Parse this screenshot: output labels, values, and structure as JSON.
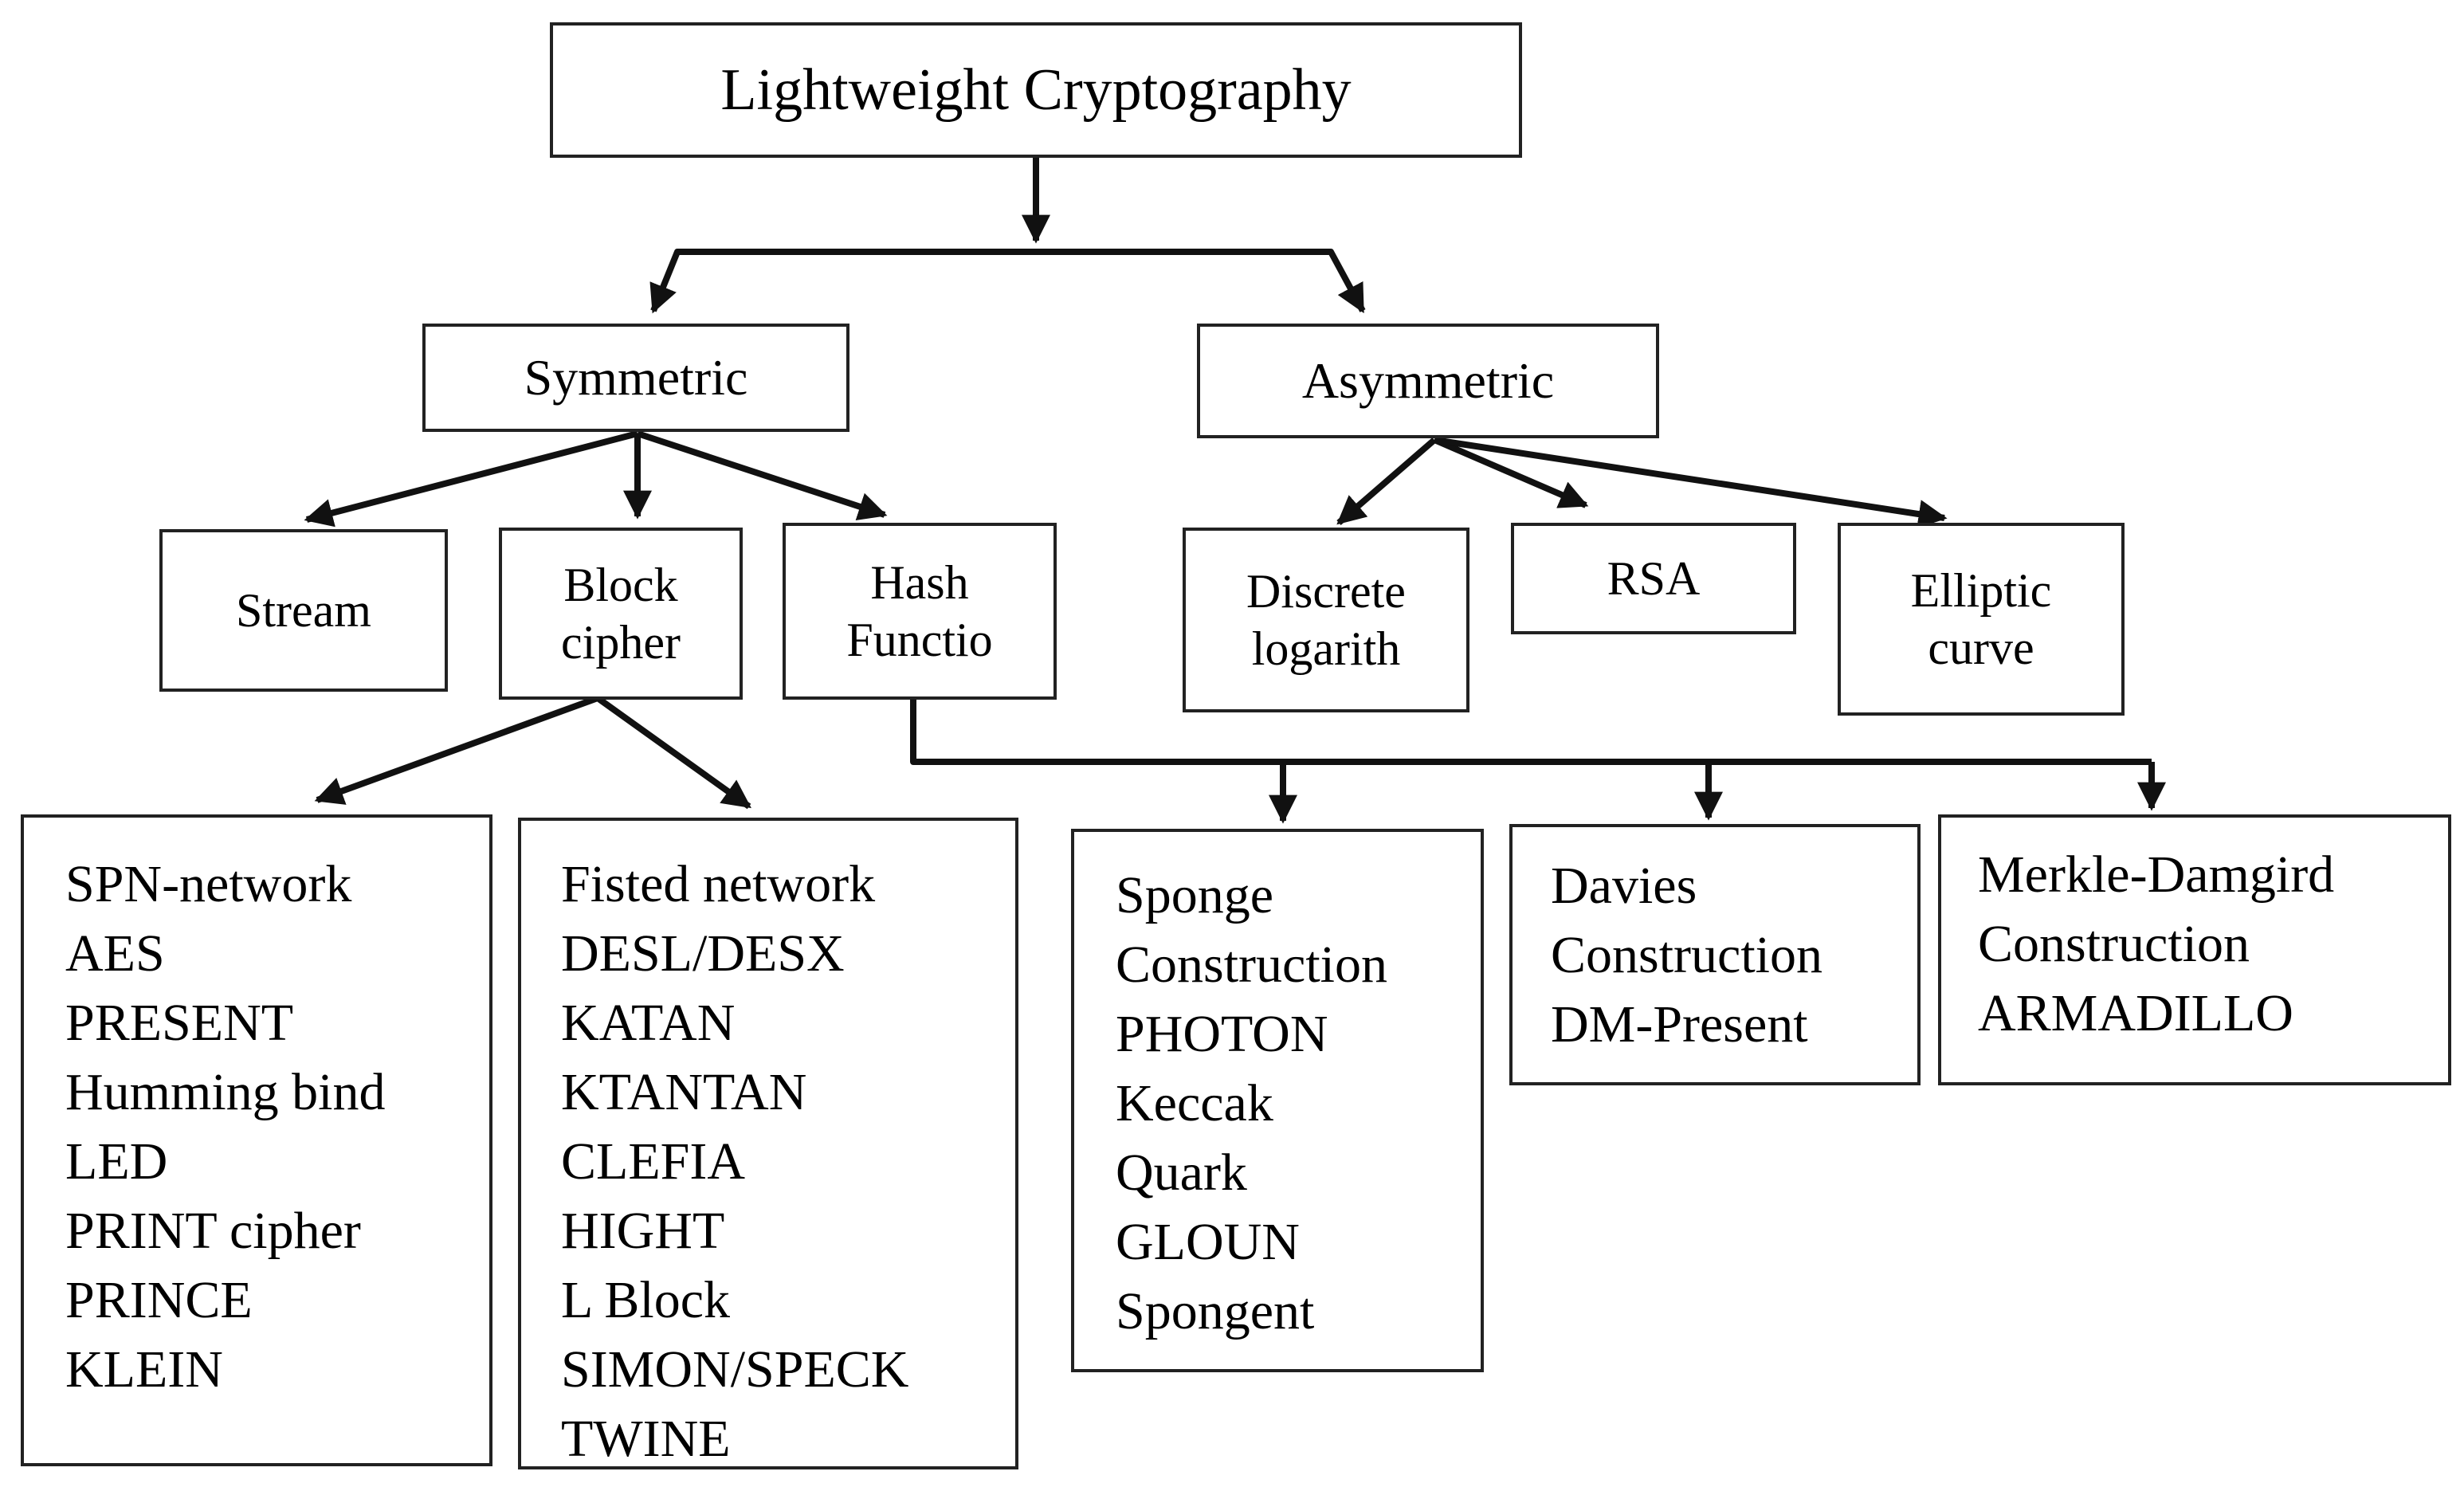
{
  "root": {
    "label": "Lightweight Cryptography"
  },
  "symmetric": {
    "label": "Symmetric"
  },
  "asymmetric": {
    "label": "Asymmetric"
  },
  "stream": {
    "label": "Stream"
  },
  "block_cipher": {
    "lines": [
      "Block",
      "cipher"
    ]
  },
  "hash_function": {
    "lines": [
      "Hash",
      "Functio"
    ]
  },
  "discrete_log": {
    "lines": [
      "Discrete",
      "logarith"
    ]
  },
  "rsa": {
    "label": "RSA"
  },
  "elliptic_curve": {
    "lines": [
      "Elliptic",
      "curve"
    ]
  },
  "spn_list": {
    "items": [
      "SPN-network",
      "AES",
      "PRESENT",
      "Humming bind",
      "LED",
      "PRINT cipher",
      "PRINCE",
      "KLEIN"
    ]
  },
  "feistel_list": {
    "items": [
      "Fisted network",
      "DESL/DESX",
      "KATAN",
      "KTANTAN",
      "CLEFIA",
      "HIGHT",
      "L Block",
      "SIMON/SPECK",
      "TWINE"
    ]
  },
  "sponge_list": {
    "items": [
      "Sponge",
      "Construction",
      "PHOTON",
      "Keccak",
      "Quark",
      "GLOUN",
      "Spongent"
    ]
  },
  "davies_list": {
    "items": [
      "Davies",
      "Construction",
      "DM-Present"
    ]
  },
  "merkle_list": {
    "items": [
      "Merkle-Damgird",
      "Construction",
      "ARMADILLO"
    ]
  },
  "colors": {
    "line": "#111111",
    "border": "#222222",
    "background": "#ffffff"
  }
}
